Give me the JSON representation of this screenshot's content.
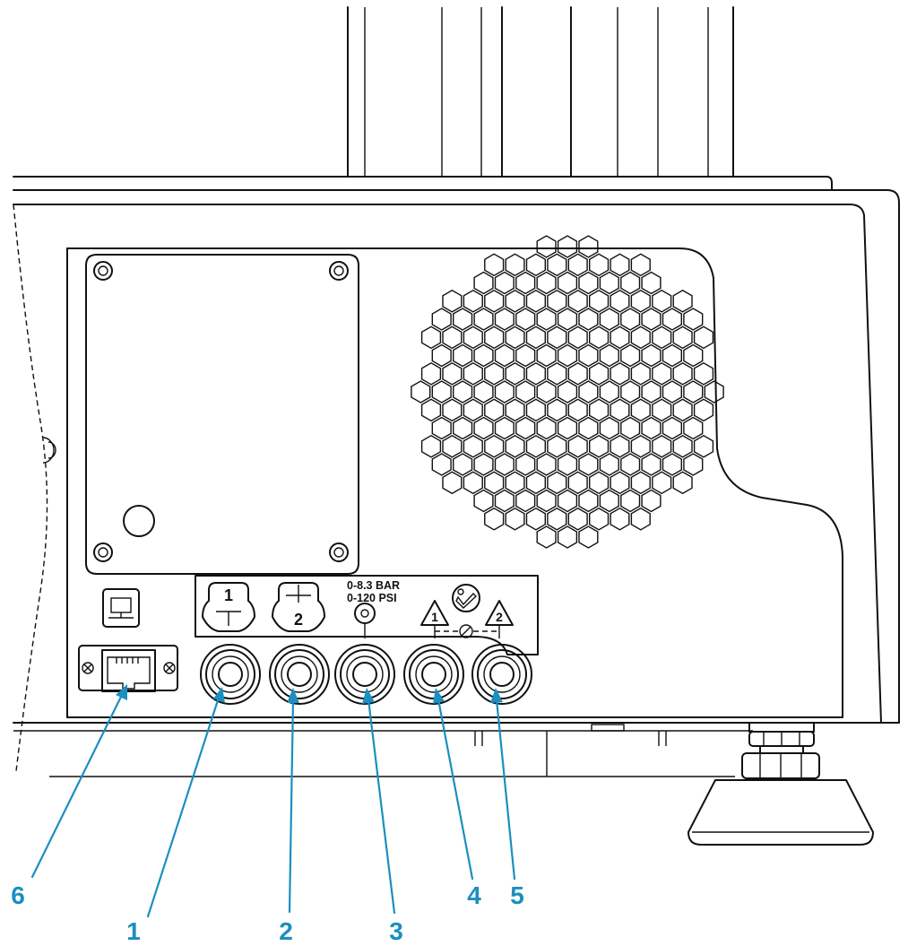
{
  "callouts": [
    {
      "id": "6",
      "label": "6",
      "target": "ethernet-port"
    },
    {
      "id": "1",
      "label": "1",
      "target": "air-connector-1"
    },
    {
      "id": "2",
      "label": "2",
      "target": "air-connector-2"
    },
    {
      "id": "3",
      "label": "3",
      "target": "air-supply-inlet"
    },
    {
      "id": "4",
      "label": "4",
      "target": "connector-4"
    },
    {
      "id": "5",
      "label": "5",
      "target": "connector-5"
    }
  ],
  "labels": {
    "pressure_bar": "0-8.3 BAR",
    "pressure_psi": "0-120 PSI",
    "port1_number": "1",
    "port2_number": "2",
    "warning1_number": "1",
    "warning2_number": "2"
  },
  "icons": [
    "network-computer-icon",
    "air-connector-1-icon",
    "air-connector-2-icon",
    "pressure-icon",
    "warning-triangle-icon",
    "manual-icon",
    "no-connect-icon"
  ],
  "colors": {
    "callout": "#1a8fc0",
    "linework": "#111111"
  }
}
